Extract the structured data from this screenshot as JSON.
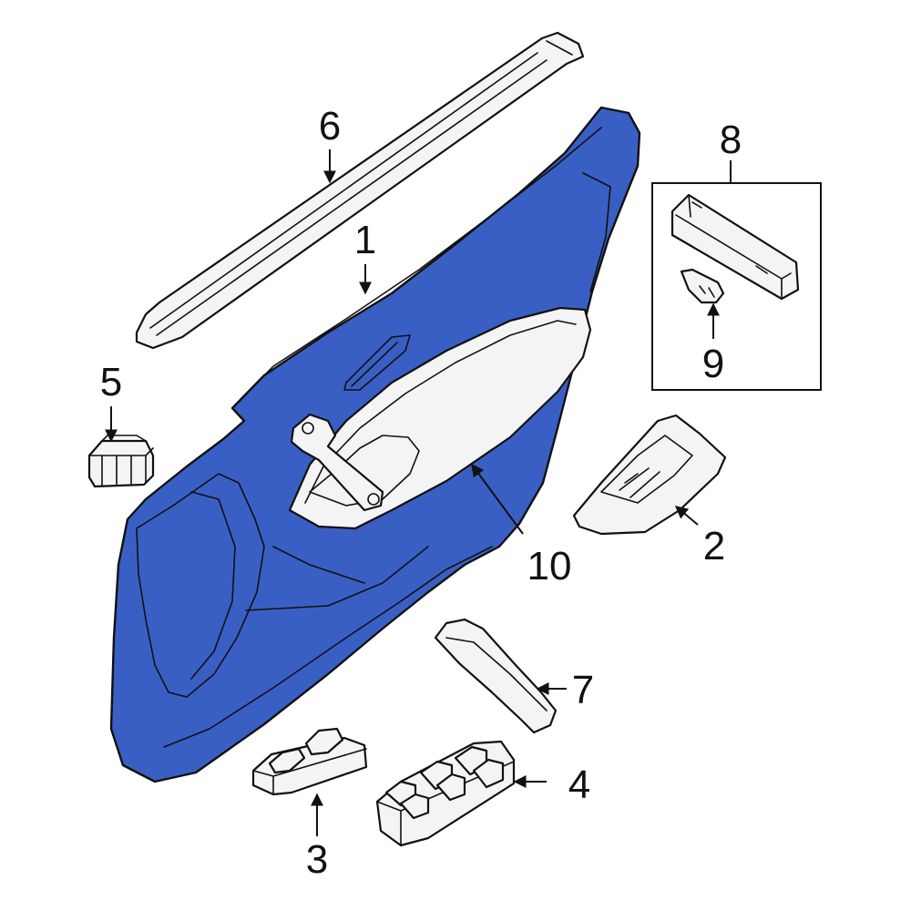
{
  "colors": {
    "highlight": "#3a5fc4",
    "line": "#111111",
    "part_fill": "#f4f4f4",
    "background": "#ffffff"
  },
  "callouts": {
    "c1": "1",
    "c2": "2",
    "c3": "3",
    "c4": "4",
    "c5": "5",
    "c6": "6",
    "c7": "7",
    "c8": "8",
    "c9": "9",
    "c10": "10"
  }
}
